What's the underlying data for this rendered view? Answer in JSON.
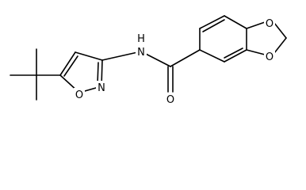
{
  "molecule": {
    "atoms": {
      "amide_n": "N",
      "amide_h": "H",
      "ring_n": "N",
      "ring_o": "O",
      "carbonyl_o": "O",
      "dioxole_o_top": "O",
      "dioxole_o_bottom": "O"
    }
  },
  "colors": {
    "bond": "#000000",
    "label": "#000000",
    "background": "#ffffff"
  }
}
